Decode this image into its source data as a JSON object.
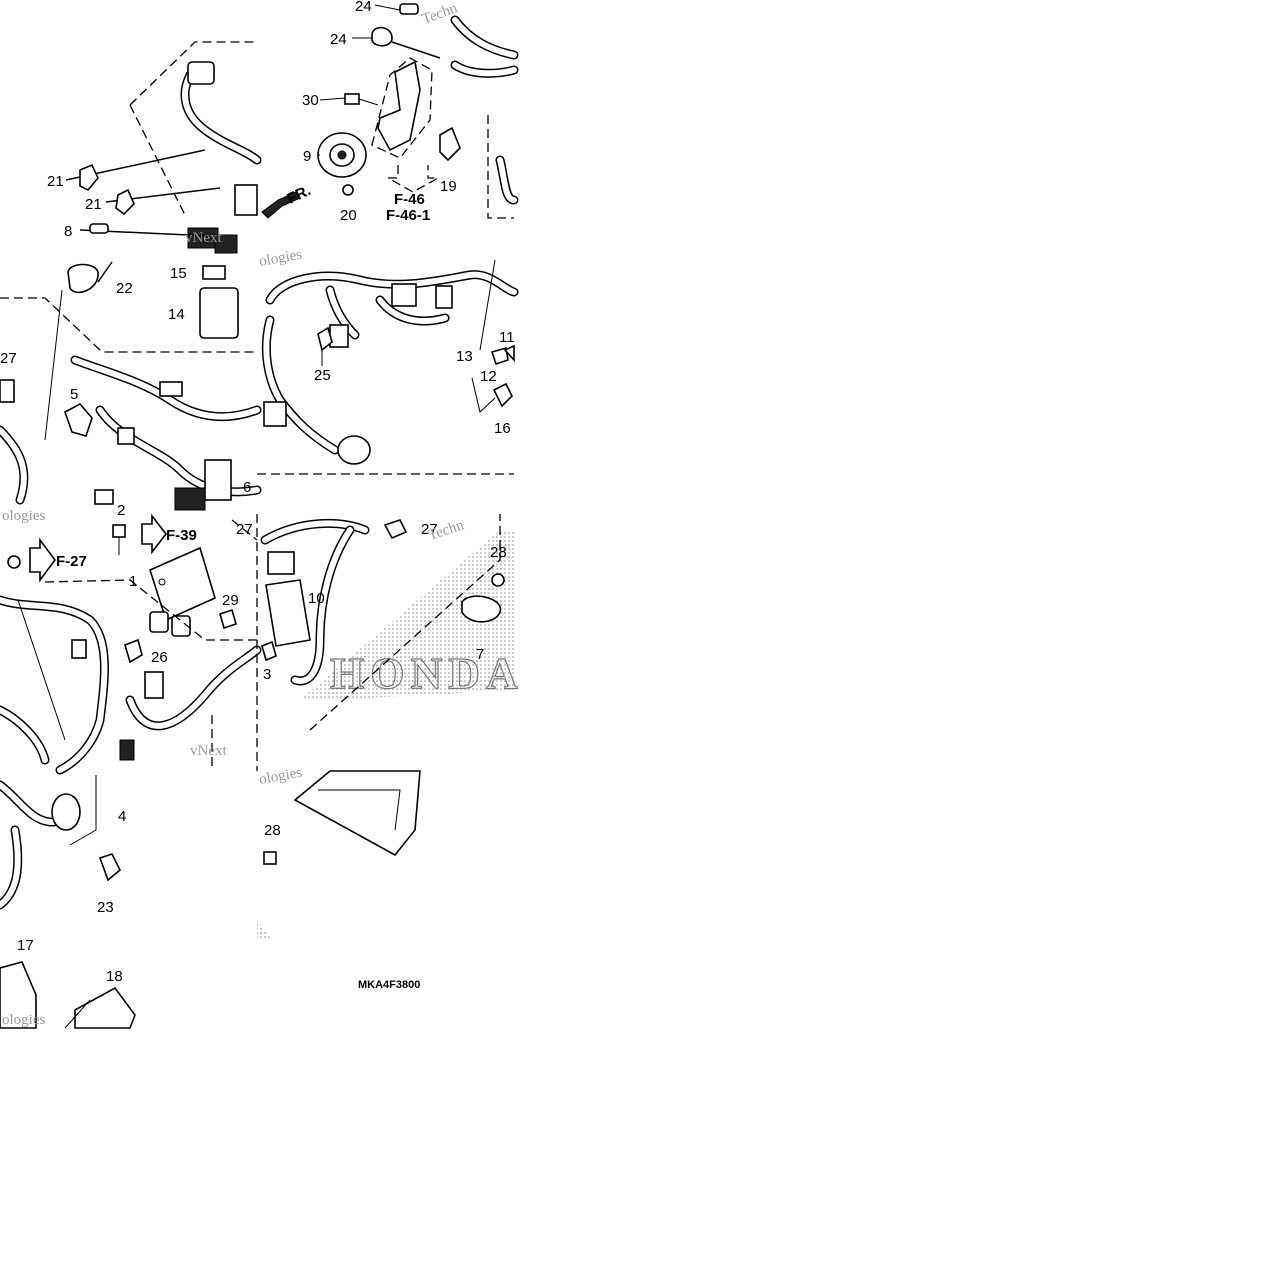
{
  "diagram": {
    "code": "MKA4F3800",
    "direction_label": "FR.",
    "brand_watermark": "HONDA",
    "site_watermarks": [
      "vNext",
      "Techn",
      "ologies"
    ],
    "references": [
      "F-46",
      "F-46-1",
      "F-39",
      "F-27"
    ],
    "callouts": [
      "1",
      "2",
      "3",
      "4",
      "5",
      "6",
      "7",
      "8",
      "9",
      "10",
      "11",
      "12",
      "13",
      "14",
      "15",
      "16",
      "17",
      "18",
      "19",
      "20",
      "21",
      "22",
      "23",
      "24",
      "25",
      "26",
      "27",
      "28",
      "29",
      "30"
    ]
  }
}
